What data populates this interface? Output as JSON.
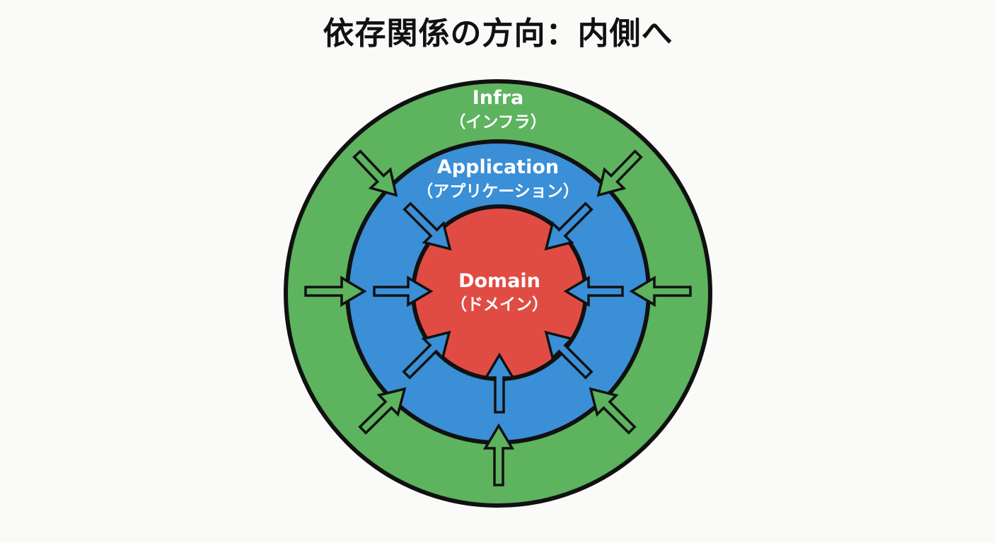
{
  "title": "依存関係の方向：内側へ",
  "layers": {
    "infra": {
      "name": "Infra",
      "subtitle": "（インフラ）",
      "color": "#5db35e"
    },
    "application": {
      "name": "Application",
      "subtitle": "（アプリケーション）",
      "color": "#3a8fd6"
    },
    "domain": {
      "name": "Domain",
      "subtitle": "（ドメイン）",
      "color": "#e04c44"
    }
  },
  "colors": {
    "outline": "#111111",
    "background": "#fafaf8",
    "text": "#ffffff"
  },
  "arrows": {
    "outer_ring": {
      "directions": [
        "up-left",
        "up-right",
        "left",
        "right",
        "down-left",
        "down-right",
        "down"
      ],
      "color": "#5db35e"
    },
    "inner_ring": {
      "directions": [
        "up-left",
        "up-right",
        "left",
        "right",
        "down-left",
        "down-right",
        "down"
      ],
      "color": "#3a8fd6"
    }
  }
}
